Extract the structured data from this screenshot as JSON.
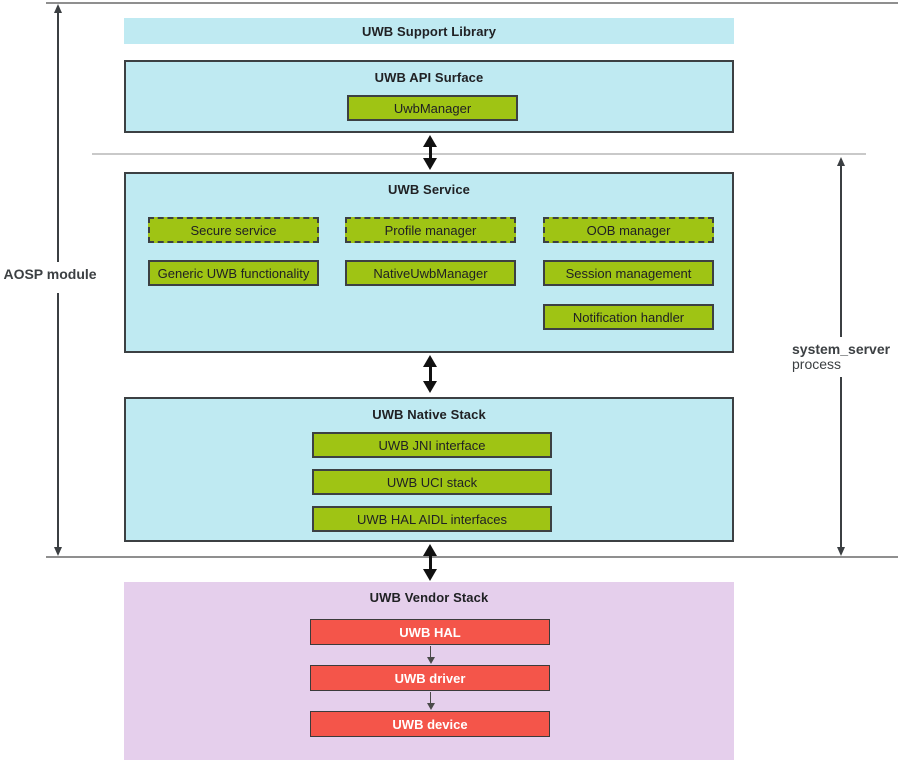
{
  "diagram": {
    "side_labels": {
      "aosp": "AOSP module",
      "system_server_line1": "system_server",
      "system_server_line2": "process"
    },
    "support_library": {
      "title": "UWB Support Library"
    },
    "api_surface": {
      "title": "UWB API Surface",
      "chip": "UwbManager"
    },
    "uwb_service": {
      "title": "UWB Service",
      "row1": [
        "Secure service",
        "Profile manager",
        "OOB manager"
      ],
      "row2": [
        "Generic UWB functionality",
        "NativeUwbManager",
        "Session management"
      ],
      "row3": [
        "Notification handler"
      ]
    },
    "native_stack": {
      "title": "UWB Native Stack",
      "chips": [
        "UWB JNI interface",
        "UWB UCI stack",
        "UWB HAL AIDL interfaces"
      ]
    },
    "vendor_stack": {
      "title": "UWB Vendor Stack",
      "chips": [
        "UWB HAL",
        "UWB driver",
        "UWB device"
      ]
    },
    "colors": {
      "layer_cyan": "#bfeaf2",
      "chip_green": "#9fc414",
      "chip_red": "#f4554a",
      "vendor_purple": "#e5cfec",
      "box_border": "#3c4043",
      "arrow_black": "#111111",
      "boundary_gray": "#8f8f8f"
    }
  }
}
